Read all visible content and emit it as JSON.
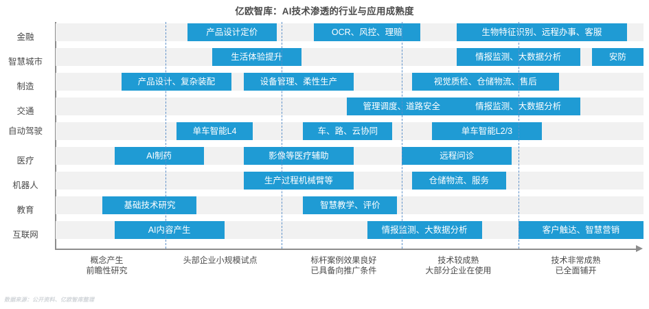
{
  "title": "亿欧智库：AI技术渗透的行业与应用成熟度",
  "source_note": "数据来源：公开资料、亿欧智库整理",
  "colors": {
    "bar": "#1f9bd4",
    "band": "#f1f1f1",
    "axis": "#8c8c8c",
    "divider": "#5b8fc9",
    "text": "#4a4a4a"
  },
  "chart_data": {
    "type": "bar",
    "title": "亿欧智库：AI技术渗透的行业与应用成熟度",
    "xlabel": "",
    "ylabel": "",
    "grid": false,
    "legend": "none",
    "xlim": [
      0,
      100
    ],
    "stage_labels": [
      {
        "line1": "概念产生",
        "line2": "前瞻性研究",
        "center_pct": 8.7
      },
      {
        "line1": "头部企业小规模试点",
        "line2": "",
        "center_pct": 28.0
      },
      {
        "line1": "标杆案例效果良好",
        "line2": "已具备向推广条件",
        "center_pct": 49.0
      },
      {
        "line1": "技术较成熟",
        "line2": "大部分企业在使用",
        "center_pct": 68.5
      },
      {
        "line1": "技术非常成熟",
        "line2": "已全面铺开",
        "center_pct": 88.5
      }
    ],
    "dividers_pct": [
      18.7,
      38.4,
      58.9,
      78.7
    ],
    "categories": [
      "金融",
      "智慧城市",
      "制造",
      "交通",
      "自动\n驾驶",
      "医疗",
      "机器人",
      "教育",
      "互联网"
    ],
    "rows": [
      {
        "label": "金融",
        "label_lines": [
          "金融"
        ],
        "bars": [
          {
            "text": "产品设计定价",
            "start_pct": 22.4,
            "width_pct": 15.2
          },
          {
            "text": "OCR、风控、理赔",
            "start_pct": 43.9,
            "width_pct": 18.1
          },
          {
            "text": "生物特征识别、远程办事、客服",
            "start_pct": 68.2,
            "width_pct": 29.0
          }
        ]
      },
      {
        "label": "智慧城市",
        "label_lines": [
          "智慧城市"
        ],
        "bars": [
          {
            "text": "生活体验提升",
            "start_pct": 26.6,
            "width_pct": 15.2
          },
          {
            "text": "情报监测、大数据分析",
            "start_pct": 68.2,
            "width_pct": 21.0
          },
          {
            "text": "安防",
            "start_pct": 91.2,
            "width_pct": 8.8
          }
        ]
      },
      {
        "label": "制造",
        "label_lines": [
          "制造"
        ],
        "bars": [
          {
            "text": "产品设计、复杂装配",
            "start_pct": 11.2,
            "width_pct": 18.7
          },
          {
            "text": "设备管理、柔性生产",
            "start_pct": 32.0,
            "width_pct": 18.7
          },
          {
            "text": "视觉质检、仓储物流、售后",
            "start_pct": 60.6,
            "width_pct": 25.0
          }
        ]
      },
      {
        "label": "交通",
        "label_lines": [
          "交通"
        ],
        "bars": [
          {
            "text": "管理调度、道路安全",
            "start_pct": 49.5,
            "width_pct": 18.7
          },
          {
            "text": "情报监测、大数据分析",
            "start_pct": 68.2,
            "width_pct": 21.0
          }
        ]
      },
      {
        "label": "自动驾驶",
        "label_lines": [
          "自动",
          "驾驶"
        ],
        "bars": [
          {
            "text": "单车智能L4",
            "start_pct": 20.6,
            "width_pct": 12.9
          },
          {
            "text": "车、路、云协同",
            "start_pct": 42.1,
            "width_pct": 15.2
          },
          {
            "text": "单车智能L2/3",
            "start_pct": 64.0,
            "width_pct": 18.7
          }
        ]
      },
      {
        "label": "医疗",
        "label_lines": [
          "医疗"
        ],
        "bars": [
          {
            "text": "AI制药",
            "start_pct": 10.0,
            "width_pct": 15.2
          },
          {
            "text": "影像等医疗辅助",
            "start_pct": 32.0,
            "width_pct": 18.7
          },
          {
            "text": "远程问诊",
            "start_pct": 58.9,
            "width_pct": 18.7
          }
        ]
      },
      {
        "label": "机器人",
        "label_lines": [
          "机器人"
        ],
        "bars": [
          {
            "text": "生产过程机械臂等",
            "start_pct": 32.0,
            "width_pct": 18.7
          },
          {
            "text": "仓储物流、服务",
            "start_pct": 60.6,
            "width_pct": 16.0
          }
        ]
      },
      {
        "label": "教育",
        "label_lines": [
          "教育"
        ],
        "bars": [
          {
            "text": "基础技术研究",
            "start_pct": 8.0,
            "width_pct": 16.0
          },
          {
            "text": "智慧教学、评价",
            "start_pct": 42.1,
            "width_pct": 16.0
          }
        ]
      },
      {
        "label": "互联网",
        "label_lines": [
          "互联网"
        ],
        "bars": [
          {
            "text": "AI内容产生",
            "start_pct": 10.0,
            "width_pct": 18.7
          },
          {
            "text": "情报监测、大数据分析",
            "start_pct": 53.0,
            "width_pct": 19.5
          },
          {
            "text": "客户触达、智慧营销",
            "start_pct": 78.7,
            "width_pct": 21.3
          }
        ]
      }
    ]
  }
}
